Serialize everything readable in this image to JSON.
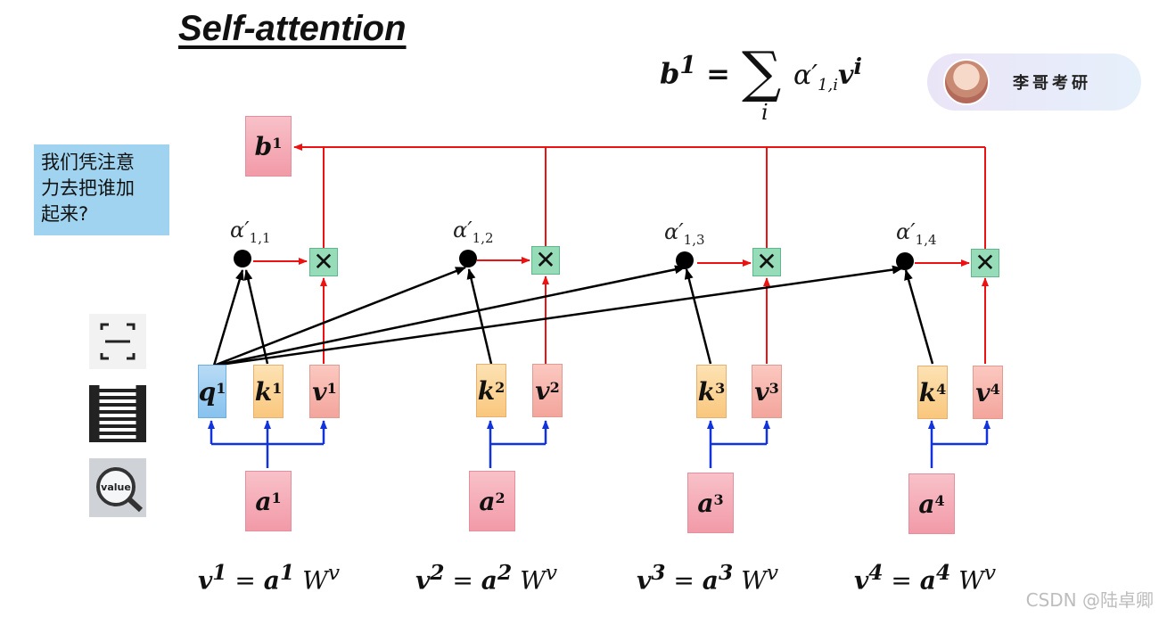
{
  "title": "Self-attention",
  "note": {
    "lines": [
      "我们凭注意",
      "力去把谁加",
      "起来?"
    ]
  },
  "badge": {
    "name": "李哥考研"
  },
  "formula": {
    "lhs": "b",
    "lhs_sup": "1",
    "sum_index": "i",
    "alpha": "α",
    "alpha_sub": "1,i",
    "v": "v",
    "v_sup": "i"
  },
  "output": {
    "letter": "b",
    "sup": "1"
  },
  "alphas": [
    {
      "label": "α′",
      "sub": "1,1"
    },
    {
      "label": "α′",
      "sub": "1,2"
    },
    {
      "label": "α′",
      "sub": "1,3"
    },
    {
      "label": "α′",
      "sub": "1,4"
    }
  ],
  "query": {
    "letter": "q",
    "sup": "1"
  },
  "keys": [
    {
      "letter": "k",
      "sup": "1"
    },
    {
      "letter": "k",
      "sup": "2"
    },
    {
      "letter": "k",
      "sup": "3"
    },
    {
      "letter": "k",
      "sup": "4"
    }
  ],
  "values": [
    {
      "letter": "v",
      "sup": "1"
    },
    {
      "letter": "v",
      "sup": "2"
    },
    {
      "letter": "v",
      "sup": "3"
    },
    {
      "letter": "v",
      "sup": "4"
    }
  ],
  "inputs": [
    {
      "letter": "a",
      "sup": "1"
    },
    {
      "letter": "a",
      "sup": "2"
    },
    {
      "letter": "a",
      "sup": "3"
    },
    {
      "letter": "a",
      "sup": "4"
    }
  ],
  "multiply_symbol": "✕",
  "equations": [
    {
      "v": "v",
      "n": "1",
      "a": "a",
      "w": "W",
      "wsup": "v"
    },
    {
      "v": "v",
      "n": "2",
      "a": "a",
      "w": "W",
      "wsup": "v"
    },
    {
      "v": "v",
      "n": "3",
      "a": "a",
      "w": "W",
      "wsup": "v"
    },
    {
      "v": "v",
      "n": "4",
      "a": "a",
      "w": "W",
      "wsup": "v"
    }
  ],
  "colors": {
    "red_arrow": "#ee1111",
    "blue_arrow": "#1133dd",
    "black_arrow": "#000000"
  },
  "icons": [
    "scan-icon",
    "qr-code-icon",
    "magnifier-value-icon"
  ],
  "watermark": "CSDN @陆卓卿"
}
